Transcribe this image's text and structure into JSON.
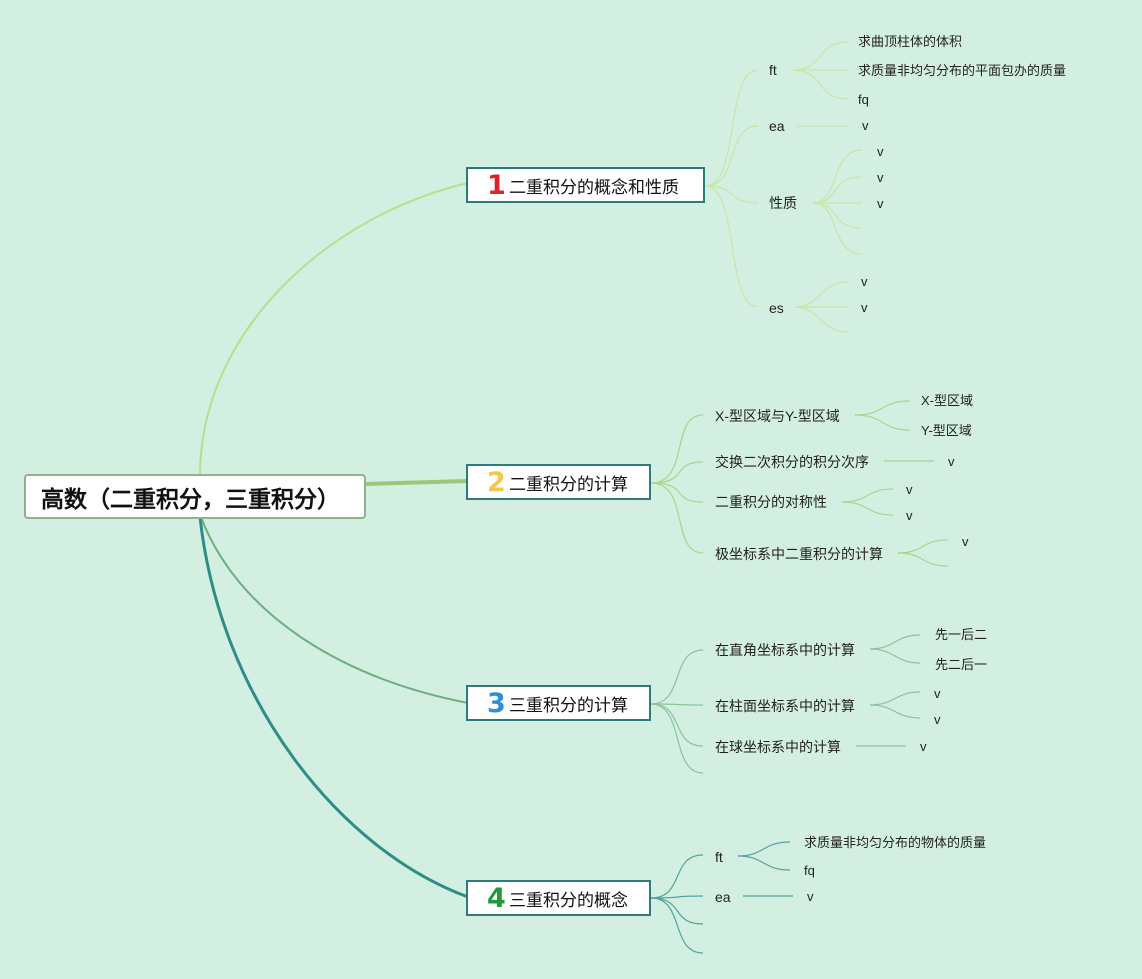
{
  "root": {
    "label": "高数（二重积分，三重积分）"
  },
  "topics": [
    {
      "num": "1",
      "num_color": "#d7262e",
      "label": "二重积分的概念和性质",
      "children": [
        {
          "label": "ft",
          "leaves": [
            "求曲顶柱体的体积",
            "求质量非均匀分布的平面包办的质量",
            "fq"
          ]
        },
        {
          "label": "ea",
          "leaves": [
            "v"
          ]
        },
        {
          "label": "性质",
          "leaves": [
            "v",
            "v",
            "v",
            "",
            ""
          ]
        },
        {
          "label": "es",
          "leaves": [
            "v",
            "v",
            ""
          ]
        }
      ]
    },
    {
      "num": "2",
      "num_color": "#f2c94c",
      "label": "二重积分的计算",
      "children": [
        {
          "label": "X-型区域与Y-型区域",
          "leaves": [
            "X-型区域",
            "Y-型区域"
          ]
        },
        {
          "label": "交换二次积分的积分次序",
          "leaves": [
            "v"
          ]
        },
        {
          "label": "二重积分的对称性",
          "leaves": [
            "v",
            "v"
          ]
        },
        {
          "label": "极坐标系中二重积分的计算",
          "leaves": [
            "v",
            ""
          ]
        }
      ]
    },
    {
      "num": "3",
      "num_color": "#2a8fd8",
      "label": "三重积分的计算",
      "children": [
        {
          "label": "在直角坐标系中的计算",
          "leaves": [
            "先一后二",
            "先二后一"
          ]
        },
        {
          "label": "在柱面坐标系中的计算",
          "leaves": [
            "v",
            "v"
          ]
        },
        {
          "label": "在球坐标系中的计算",
          "leaves": [
            "v"
          ]
        },
        {
          "label": "",
          "leaves": []
        }
      ]
    },
    {
      "num": "4",
      "num_color": "#1e9a3c",
      "label": "三重积分的概念",
      "children": [
        {
          "label": "ft",
          "leaves": [
            "求质量非均匀分布的物体的质量",
            "fq"
          ]
        },
        {
          "label": "ea",
          "leaves": [
            "v"
          ]
        },
        {
          "label": "",
          "leaves": []
        },
        {
          "label": "",
          "leaves": []
        }
      ]
    }
  ],
  "colors": {
    "background": "#d3efe2",
    "branch1": "#b7df8f",
    "branch2": "#9cc77a",
    "branch3": "#6eae80",
    "branch4": "#2f8d88"
  }
}
